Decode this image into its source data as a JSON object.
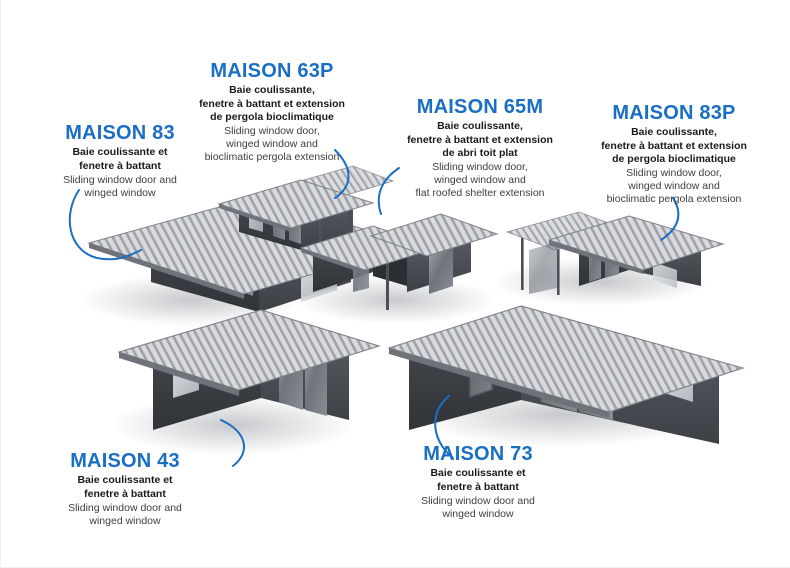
{
  "page": {
    "background_color": "#ffffff",
    "title_color": "#1a6fc4",
    "fr_text_color": "#1a1a1a",
    "en_text_color": "#3e3e3e",
    "leader_line_color": "#1a6fc4"
  },
  "models": [
    {
      "id": "maison-83",
      "title": "MAISON 83",
      "fr_lines": [
        "Baie coulissante et",
        "fenetre à battant"
      ],
      "en_lines": [
        "Sliding window door and",
        "winged window"
      ]
    },
    {
      "id": "maison-63p",
      "title": "MAISON 63P",
      "fr_lines": [
        "Baie coulissante,",
        "fenetre à battant et extension",
        "de pergola bioclimatique"
      ],
      "en_lines": [
        "Sliding window door,",
        "winged window and",
        "bioclimatic pergola extension"
      ]
    },
    {
      "id": "maison-65m",
      "title": "MAISON 65M",
      "fr_lines": [
        "Baie coulissante,",
        "fenetre à battant et extension",
        "de abri toit plat"
      ],
      "en_lines": [
        "Sliding window door,",
        "winged window and",
        "flat roofed shelter extension"
      ]
    },
    {
      "id": "maison-83p",
      "title": "MAISON 83P",
      "fr_lines": [
        "Baie coulissante,",
        "fenetre à battant et extension",
        "de pergola bioclimatique"
      ],
      "en_lines": [
        "Sliding window door,",
        "winged window and",
        "bioclimatic pergola extension"
      ]
    },
    {
      "id": "maison-43",
      "title": "MAISON 43",
      "fr_lines": [
        "Baie coulissante et",
        "fenetre à battant"
      ],
      "en_lines": [
        "Sliding window door and",
        "winged window"
      ]
    },
    {
      "id": "maison-73",
      "title": "MAISON 73",
      "fr_lines": [
        "Baie coulissante et",
        "fenetre à battant"
      ],
      "en_lines": [
        "Sliding window door and",
        "winged window"
      ]
    }
  ],
  "labels": {
    "maison_83": {
      "title": "MAISON 83",
      "fr1": "Baie coulissante et",
      "fr2": "fenetre à battant",
      "fr3": "",
      "en1": "Sliding window door and",
      "en2": "winged window",
      "en3": ""
    },
    "maison_63p": {
      "title": "MAISON 63P",
      "fr1": "Baie coulissante,",
      "fr2": "fenetre à battant et extension",
      "fr3": "de pergola bioclimatique",
      "en1": "Sliding window door,",
      "en2": "winged window and",
      "en3": "bioclimatic pergola extension"
    },
    "maison_65m": {
      "title": "MAISON 65M",
      "fr1": "Baie coulissante,",
      "fr2": "fenetre à battant et extension",
      "fr3": "de abri toit plat",
      "en1": "Sliding window door,",
      "en2": "winged window and",
      "en3": "flat roofed shelter extension"
    },
    "maison_83p": {
      "title": "MAISON 83P",
      "fr1": "Baie coulissante,",
      "fr2": "fenetre à battant et extension",
      "fr3": "de pergola bioclimatique",
      "en1": "Sliding window door,",
      "en2": "winged window and",
      "en3": "bioclimatic pergola extension"
    },
    "maison_43": {
      "title": "MAISON 43",
      "fr1": "Baie coulissante et",
      "fr2": "fenetre à battant",
      "fr3": "",
      "en1": "Sliding window door and",
      "en2": "winged window",
      "en3": ""
    },
    "maison_73": {
      "title": "MAISON 73",
      "fr1": "Baie coulissante et",
      "fr2": "fenetre à battant",
      "fr3": "",
      "en1": "Sliding window door and",
      "en2": "winged window",
      "en3": ""
    }
  }
}
